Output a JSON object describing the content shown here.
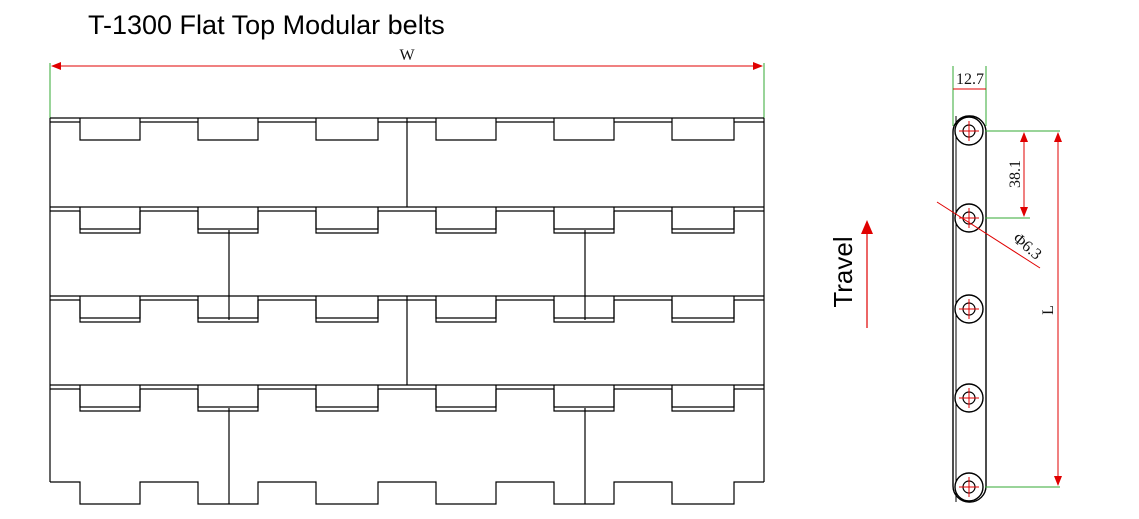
{
  "title": "T-1300 Flat Top Modular belts",
  "dimensions": {
    "width_label": "W",
    "pitch": "12.7",
    "thickness": "38.1",
    "pin_diameter": "Φ6.3",
    "length_label": "L"
  },
  "travel_label": "Travel",
  "colors": {
    "outline": "#000000",
    "dimension_line": "#e00000",
    "extension_line": "#33aa33"
  }
}
